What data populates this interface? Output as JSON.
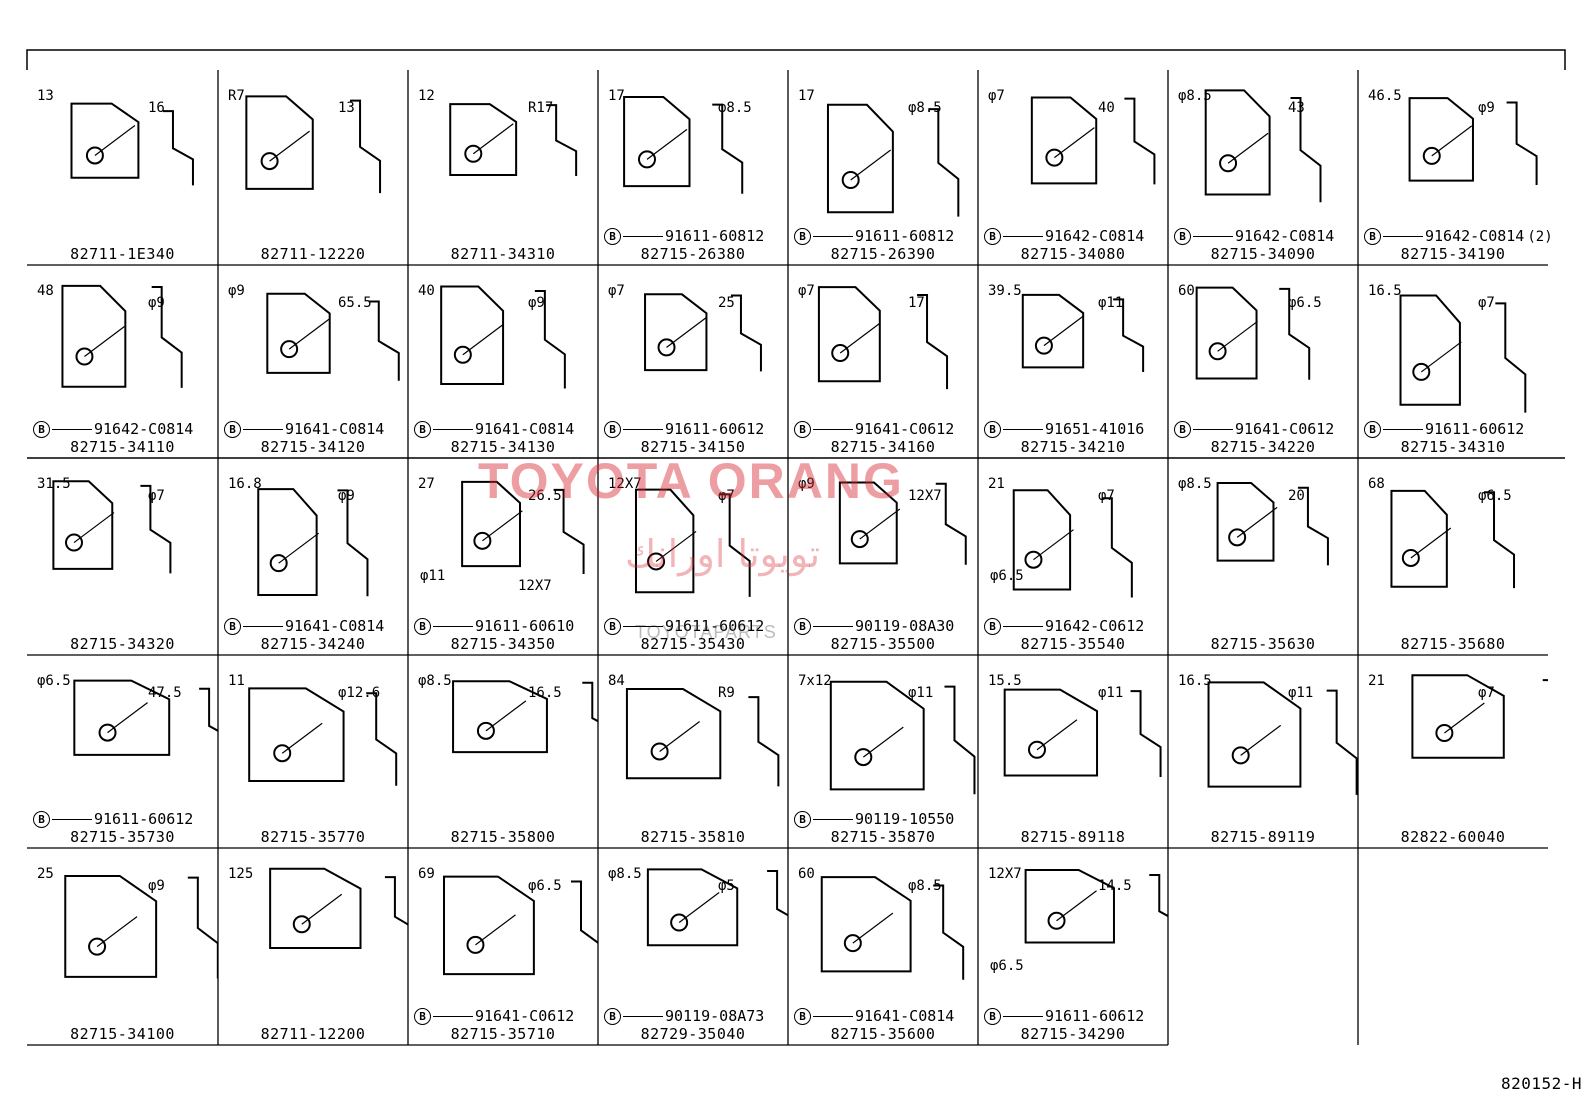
{
  "diagram_id": "820152-H",
  "watermark": {
    "latin": "TOYOTA ORANG",
    "arabic": "تويوتا اورانك",
    "site": "TOYOTAPARTS"
  },
  "cells": [
    {
      "part": "82711-1E340",
      "dims": [
        "13",
        "16"
      ]
    },
    {
      "part": "82711-12220",
      "dims": [
        "R7",
        "13"
      ]
    },
    {
      "part": "82711-34310",
      "dims": [
        "12",
        "R17"
      ]
    },
    {
      "part": "82715-26380",
      "bolt": "91611-60812",
      "dims": [
        "17",
        "φ8.5"
      ]
    },
    {
      "part": "82715-26390",
      "bolt": "91611-60812",
      "dims": [
        "17",
        "φ8.5"
      ]
    },
    {
      "part": "82715-34080",
      "bolt": "91642-C0814",
      "dims": [
        "φ7",
        "40"
      ]
    },
    {
      "part": "82715-34090",
      "bolt": "91642-C0814",
      "dims": [
        "φ8.5",
        "43"
      ]
    },
    {
      "part": "82715-34190",
      "bolt": "91642-C0814",
      "qty": "(2)",
      "dims": [
        "46.5",
        "φ9"
      ]
    },
    {
      "part": "82715-34110",
      "bolt": "91642-C0814",
      "dims": [
        "48",
        "φ9"
      ]
    },
    {
      "part": "82715-34120",
      "bolt": "91641-C0814",
      "dims": [
        "φ9",
        "65.5"
      ]
    },
    {
      "part": "82715-34130",
      "bolt": "91641-C0814",
      "dims": [
        "40",
        "φ9"
      ]
    },
    {
      "part": "82715-34150",
      "bolt": "91611-60612",
      "dims": [
        "φ7",
        "25"
      ]
    },
    {
      "part": "82715-34160",
      "bolt": "91641-C0612",
      "dims": [
        "φ7",
        "17"
      ]
    },
    {
      "part": "82715-34210",
      "bolt": "91651-41016",
      "dims": [
        "39.5",
        "φ11"
      ]
    },
    {
      "part": "82715-34220",
      "bolt": "91641-C0612",
      "dims": [
        "60",
        "φ6.5"
      ]
    },
    {
      "part": "82715-34310",
      "bolt": "91611-60612",
      "dims": [
        "16.5",
        "φ7"
      ]
    },
    {
      "part": "82715-34320",
      "dims": [
        "31.5",
        "φ7"
      ]
    },
    {
      "part": "82715-34240",
      "bolt": "91641-C0814",
      "dims": [
        "16.8",
        "φ9"
      ]
    },
    {
      "part": "82715-34350",
      "bolt": "91611-60610",
      "dims": [
        "27",
        "26.5",
        "φ11",
        "12X7"
      ]
    },
    {
      "part": "82715-35430",
      "bolt": "91611-60612",
      "dims": [
        "12X7",
        "φ7"
      ]
    },
    {
      "part": "82715-35500",
      "bolt": "90119-08A30",
      "dims": [
        "φ9",
        "12X7"
      ]
    },
    {
      "part": "82715-35540",
      "bolt": "91642-C0612",
      "dims": [
        "21",
        "φ7",
        "φ6.5"
      ]
    },
    {
      "part": "82715-35630",
      "dims": [
        "φ8.5",
        "20"
      ]
    },
    {
      "part": "82715-35680",
      "dims": [
        "68",
        "φ6.5"
      ]
    },
    {
      "part": "82715-35730",
      "bolt": "91611-60612",
      "dims": [
        "φ6.5",
        "47.5"
      ]
    },
    {
      "part": "82715-35770",
      "dims": [
        "11",
        "φ12.6"
      ]
    },
    {
      "part": "82715-35800",
      "dims": [
        "φ8.5",
        "16.5"
      ]
    },
    {
      "part": "82715-35810",
      "dims": [
        "84",
        "R9"
      ]
    },
    {
      "part": "82715-35870",
      "bolt": "90119-10550",
      "dims": [
        "7x12",
        "φ11"
      ]
    },
    {
      "part": "82715-89118",
      "dims": [
        "15.5",
        "φ11"
      ]
    },
    {
      "part": "82715-89119",
      "dims": [
        "16.5",
        "φ11"
      ]
    },
    {
      "part": "82822-60040",
      "dims": [
        "21",
        "φ7"
      ]
    },
    {
      "part": "82715-34100",
      "dims": [
        "25",
        "φ9"
      ]
    },
    {
      "part": "82711-12200",
      "dims": [
        "125"
      ]
    },
    {
      "part": "82715-35710",
      "bolt": "91641-C0612",
      "dims": [
        "69",
        "φ6.5"
      ]
    },
    {
      "part": "82729-35040",
      "bolt": "90119-08A73",
      "dims": [
        "φ8.5",
        "φ5"
      ]
    },
    {
      "part": "82715-35600",
      "bolt": "91641-C0814",
      "dims": [
        "60",
        "φ8.5"
      ]
    },
    {
      "part": "82715-34290",
      "bolt": "91611-60612",
      "dims": [
        "12X7",
        "14.5",
        "φ6.5"
      ]
    }
  ]
}
